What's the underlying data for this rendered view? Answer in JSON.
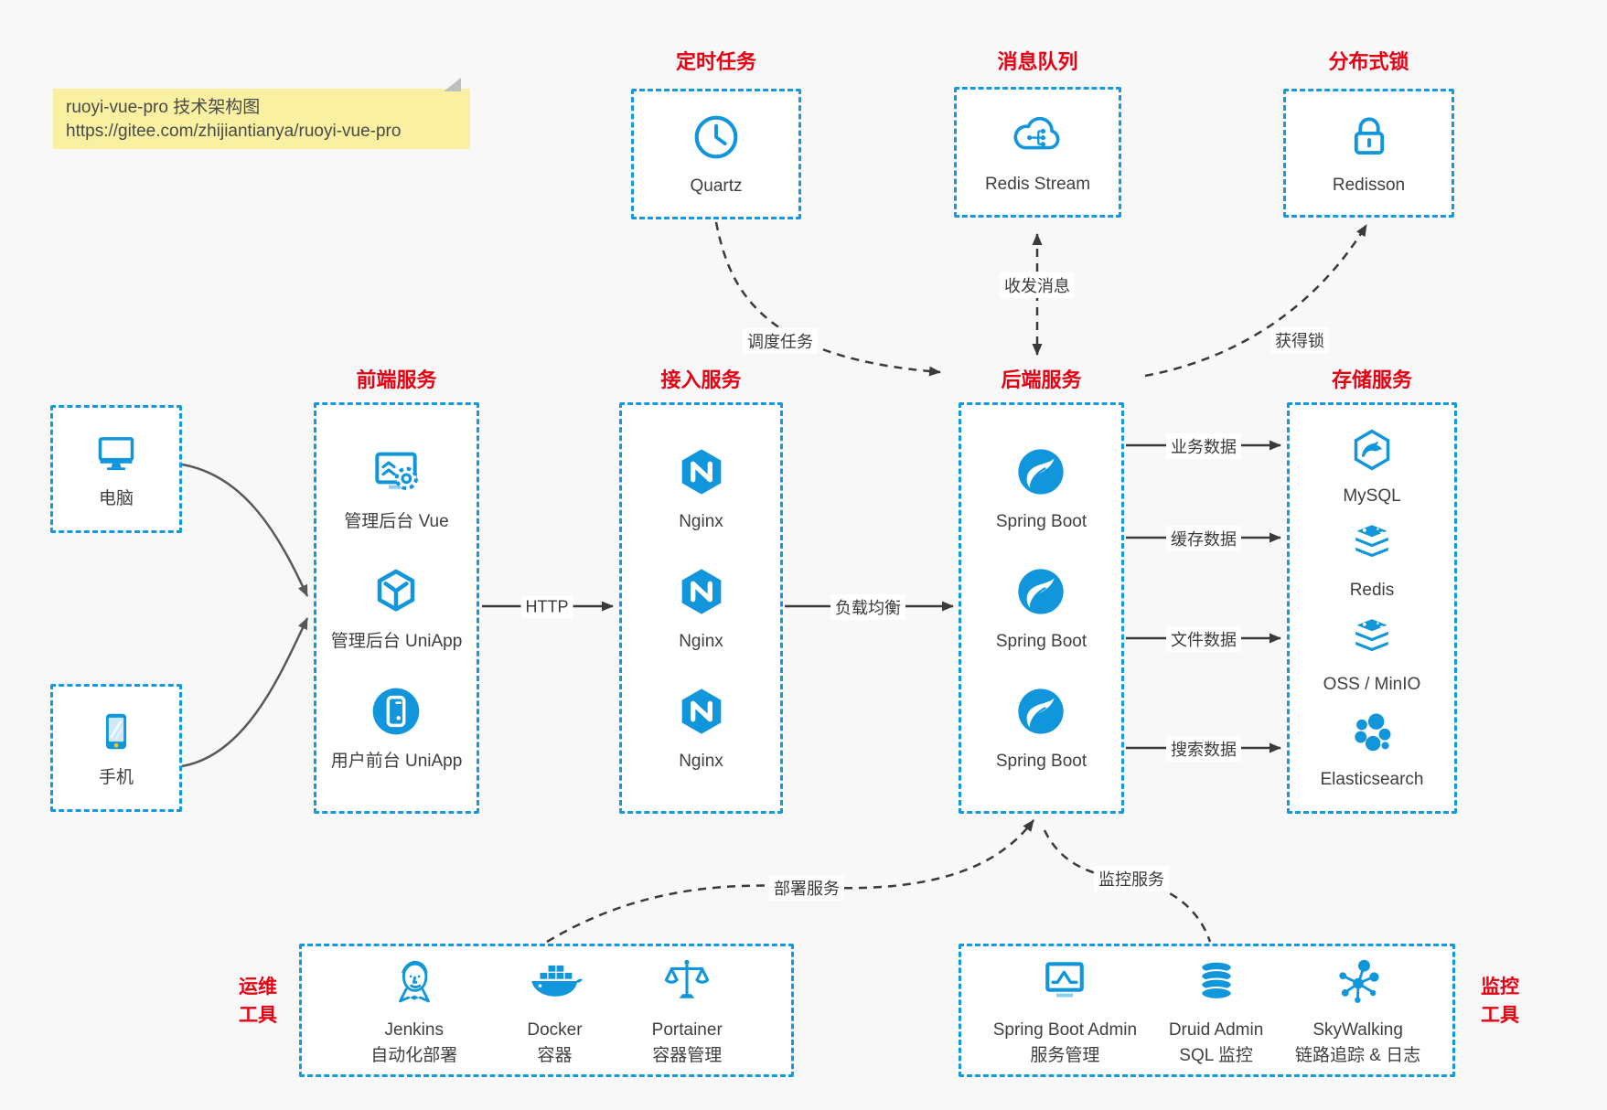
{
  "note": {
    "line1": "ruoyi-vue-pro 技术架构图",
    "line2": "https://gitee.com/zhijiantianya/ruoyi-vue-pro"
  },
  "top_groups": [
    {
      "title": "定时任务",
      "label": "Quartz",
      "icon": "clock-icon"
    },
    {
      "title": "消息队列",
      "label": "Redis Stream",
      "icon": "cloud-stream-icon"
    },
    {
      "title": "分布式锁",
      "label": "Redisson",
      "icon": "lock-icon"
    }
  ],
  "clients": [
    {
      "label": "电脑",
      "icon": "desktop-icon"
    },
    {
      "label": "手机",
      "icon": "smartphone-icon"
    }
  ],
  "columns": {
    "frontend": {
      "title": "前端服务",
      "items": [
        {
          "label": "管理后台 Vue",
          "icon": "admin-vue-icon"
        },
        {
          "label": "管理后台 UniApp",
          "icon": "uniapp-cube-icon"
        },
        {
          "label": "用户前台 UniApp",
          "icon": "uniapp-app-icon"
        }
      ]
    },
    "gateway": {
      "title": "接入服务",
      "items": [
        {
          "label": "Nginx",
          "icon": "nginx-icon"
        },
        {
          "label": "Nginx",
          "icon": "nginx-icon"
        },
        {
          "label": "Nginx",
          "icon": "nginx-icon"
        }
      ]
    },
    "backend": {
      "title": "后端服务",
      "items": [
        {
          "label": "Spring Boot",
          "icon": "spring-boot-icon"
        },
        {
          "label": "Spring Boot",
          "icon": "spring-boot-icon"
        },
        {
          "label": "Spring Boot",
          "icon": "spring-boot-icon"
        }
      ]
    },
    "storage": {
      "title": "存储服务",
      "items": [
        {
          "label": "MySQL",
          "icon": "mysql-icon"
        },
        {
          "label": "Redis",
          "icon": "redis-icon"
        },
        {
          "label": "OSS / MinIO",
          "icon": "oss-minio-icon"
        },
        {
          "label": "Elasticsearch",
          "icon": "elasticsearch-icon"
        }
      ]
    }
  },
  "bottom_groups": {
    "ops": {
      "title_line1": "运维",
      "title_line2": "工具",
      "items": [
        {
          "label": "Jenkins",
          "sublabel": "自动化部署",
          "icon": "jenkins-icon"
        },
        {
          "label": "Docker",
          "sublabel": "容器",
          "icon": "docker-icon"
        },
        {
          "label": "Portainer",
          "sublabel": "容器管理",
          "icon": "portainer-icon"
        }
      ]
    },
    "monitor": {
      "title_line1": "监控",
      "title_line2": "工具",
      "items": [
        {
          "label": "Spring Boot Admin",
          "sublabel": "服务管理",
          "icon": "spring-boot-admin-icon"
        },
        {
          "label": "Druid Admin",
          "sublabel": "SQL 监控",
          "icon": "druid-icon"
        },
        {
          "label": "SkyWalking",
          "sublabel": "链路追踪 & 日志",
          "icon": "skywalking-icon"
        }
      ]
    }
  },
  "edges": {
    "http": "HTTP",
    "load_balance": "负载均衡",
    "schedule": "调度任务",
    "message": "收发消息",
    "lock": "获得锁",
    "biz": "业务数据",
    "cache": "缓存数据",
    "file": "文件数据",
    "search": "搜索数据",
    "deploy": "部署服务",
    "monitor": "监控服务"
  },
  "colors": {
    "accent_blue": "#1296db",
    "border_blue": "#1499e0",
    "label_red": "#e60012",
    "arrow_dark": "#3a3a3a",
    "arrow_gray": "#57585a",
    "note_bg": "#faf0a2"
  }
}
